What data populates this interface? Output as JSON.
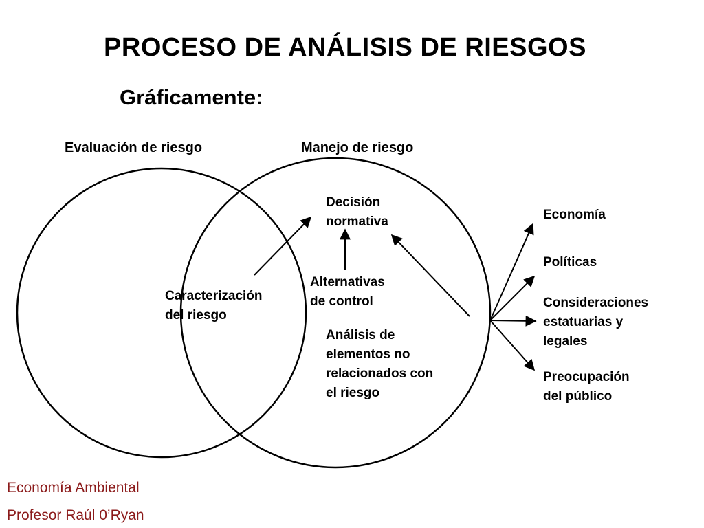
{
  "title": "PROCESO DE ANÁLISIS DE RIESGOS",
  "subtitle": "Gráficamente:",
  "circles": {
    "left_label": "Evaluación de riesgo",
    "right_label": "Manejo de riesgo"
  },
  "nodes": {
    "decision": "Decisión\nnormativa",
    "characterization": "Caracterización\ndel riesgo",
    "alternatives": "Alternativas\nde control",
    "analysis": "Análisis de\nelementos no\nrelacionados con\nel riesgo"
  },
  "factors": [
    "Economía",
    "Políticas",
    "Consideraciones\nestatuarias y\nlegales",
    "Preocupación\ndel público"
  ],
  "footer": {
    "course": "Economía Ambiental",
    "professor": "Profesor Raúl 0’Ryan"
  },
  "colors": {
    "footer_text": "#8b1a1a",
    "line": "#000000"
  }
}
